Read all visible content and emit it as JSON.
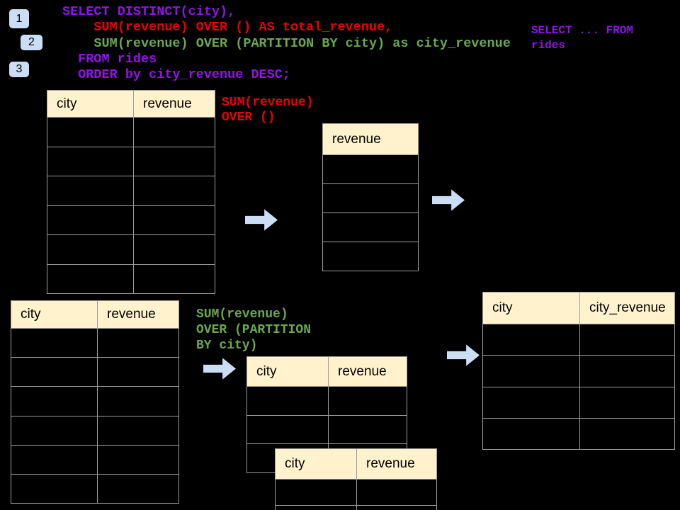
{
  "colors": {
    "slide_bg": "#000000",
    "purple": "#9013E8",
    "red": "#EC0000",
    "green": "#6AA84F",
    "header_bg": "#FFF2CC",
    "header_text": "#000000",
    "grid_border": "#9E9E9E",
    "arrow_blue": "#CBDEF3",
    "badge_blue": "#CBDEF3"
  },
  "badges": [
    {
      "label": "1"
    },
    {
      "label": "2"
    },
    {
      "label": "3"
    }
  ],
  "sql": {
    "lines": [
      {
        "text": "SELECT DISTINCT(city),",
        "color": "purple"
      },
      {
        "text": "    SUM(revenue) OVER () AS total_revenue,",
        "color": "red"
      },
      {
        "text": "    SUM(revenue) OVER (PARTITION BY city) as city_revenue",
        "color": "green"
      },
      {
        "text": "  FROM rides",
        "color": "purple"
      },
      {
        "text": "  ORDER by city_revenue DESC;",
        "color": "purple"
      }
    ]
  },
  "side_note": {
    "lines": [
      "SELECT ... FROM",
      "rides"
    ]
  },
  "annotations": {
    "total": {
      "lines": [
        "SUM(revenue)",
        "OVER ()"
      ]
    },
    "partition": {
      "lines": [
        "SUM(revenue)",
        "OVER (PARTITION",
        "BY city)"
      ]
    }
  },
  "tables": {
    "source_top": {
      "headers": [
        "city",
        "revenue"
      ],
      "rows": 6
    },
    "total_revenue": {
      "headers": [
        "revenue"
      ],
      "rows": 4
    },
    "source_bottom": {
      "headers": [
        "city",
        "revenue"
      ],
      "rows": 6
    },
    "partition_mid": {
      "headers": [
        "city",
        "revenue"
      ],
      "rows": 3
    },
    "partition_overlay": {
      "headers": [
        "city",
        "revenue"
      ],
      "rows": 2
    },
    "result": {
      "headers": [
        "city",
        "city_revenue"
      ],
      "rows": 4
    }
  }
}
